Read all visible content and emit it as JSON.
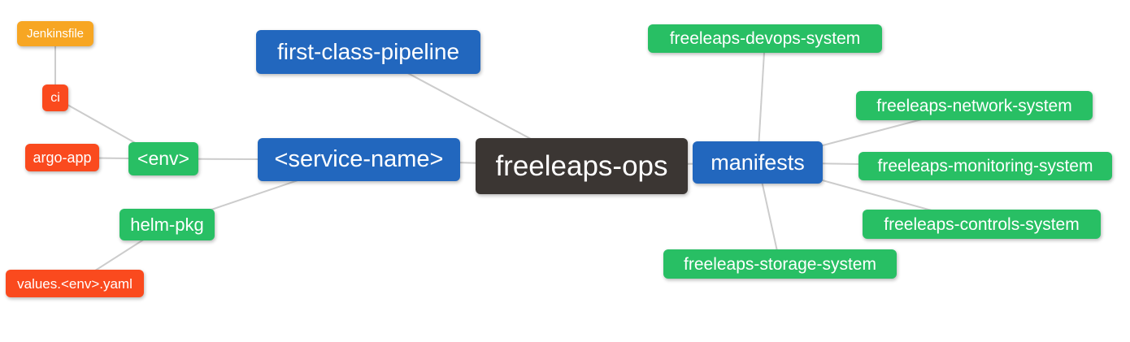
{
  "diagram": {
    "palette": {
      "blue": "#2267BE",
      "green": "#28BF64",
      "red": "#FA4A1E",
      "orange": "#F7A623",
      "dark": "#3B3633",
      "edge": "#CCCCCC",
      "text": "#FFFFFF",
      "background": "#FFFFFF"
    },
    "nodes": [
      {
        "id": "jenkinsfile",
        "label": "Jenkinsfile",
        "color": "orange"
      },
      {
        "id": "ci",
        "label": "ci",
        "color": "red"
      },
      {
        "id": "argo-app",
        "label": "argo-app",
        "color": "red"
      },
      {
        "id": "env",
        "label": "<env>",
        "color": "green"
      },
      {
        "id": "first-class-pipeline",
        "label": "first-class-pipeline",
        "color": "blue"
      },
      {
        "id": "service-name",
        "label": "<service-name>",
        "color": "blue"
      },
      {
        "id": "freeleaps-ops",
        "label": "freeleaps-ops",
        "color": "dark"
      },
      {
        "id": "manifests",
        "label": "manifests",
        "color": "blue"
      },
      {
        "id": "helm-pkg",
        "label": "helm-pkg",
        "color": "green"
      },
      {
        "id": "values-env-yaml",
        "label": "values.<env>.yaml",
        "color": "red"
      },
      {
        "id": "devops-system",
        "label": "freeleaps-devops-system",
        "color": "green"
      },
      {
        "id": "network-system",
        "label": "freeleaps-network-system",
        "color": "green"
      },
      {
        "id": "monitoring-system",
        "label": "freeleaps-monitoring-system",
        "color": "green"
      },
      {
        "id": "controls-system",
        "label": "freeleaps-controls-system",
        "color": "green"
      },
      {
        "id": "storage-system",
        "label": "freeleaps-storage-system",
        "color": "green"
      }
    ],
    "edges": [
      {
        "from": "jenkinsfile",
        "to": "ci"
      },
      {
        "from": "ci",
        "to": "env"
      },
      {
        "from": "argo-app",
        "to": "env"
      },
      {
        "from": "env",
        "to": "service-name"
      },
      {
        "from": "helm-pkg",
        "to": "service-name"
      },
      {
        "from": "values-env-yaml",
        "to": "helm-pkg"
      },
      {
        "from": "first-class-pipeline",
        "to": "freeleaps-ops"
      },
      {
        "from": "service-name",
        "to": "freeleaps-ops"
      },
      {
        "from": "freeleaps-ops",
        "to": "manifests"
      },
      {
        "from": "manifests",
        "to": "devops-system"
      },
      {
        "from": "manifests",
        "to": "network-system"
      },
      {
        "from": "manifests",
        "to": "monitoring-system"
      },
      {
        "from": "manifests",
        "to": "controls-system"
      },
      {
        "from": "manifests",
        "to": "storage-system"
      }
    ]
  }
}
